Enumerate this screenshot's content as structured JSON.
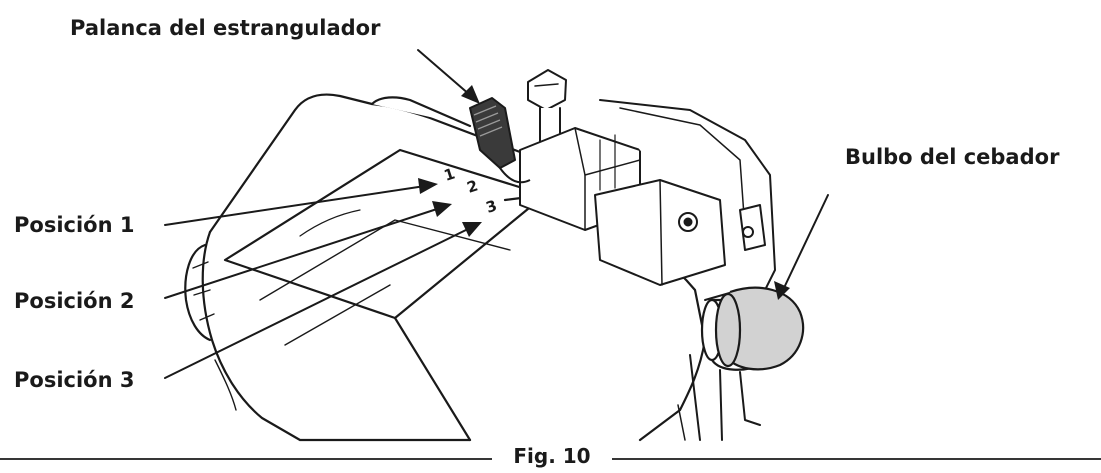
{
  "figure": {
    "caption": "Fig. 10",
    "callouts": {
      "choke_lever": "Palanca del estrangulador",
      "primer_bulb": "Bulbo del cebador",
      "position_1": "Posición 1",
      "position_2": "Posición 2",
      "position_3": "Posición 3"
    },
    "lever_markings": [
      "1",
      "2",
      "3"
    ],
    "colors": {
      "ink": "#1a1a1a",
      "primer_bulb_fill": "#d2d2d2",
      "lever_fill": "#3a3a3a"
    }
  }
}
